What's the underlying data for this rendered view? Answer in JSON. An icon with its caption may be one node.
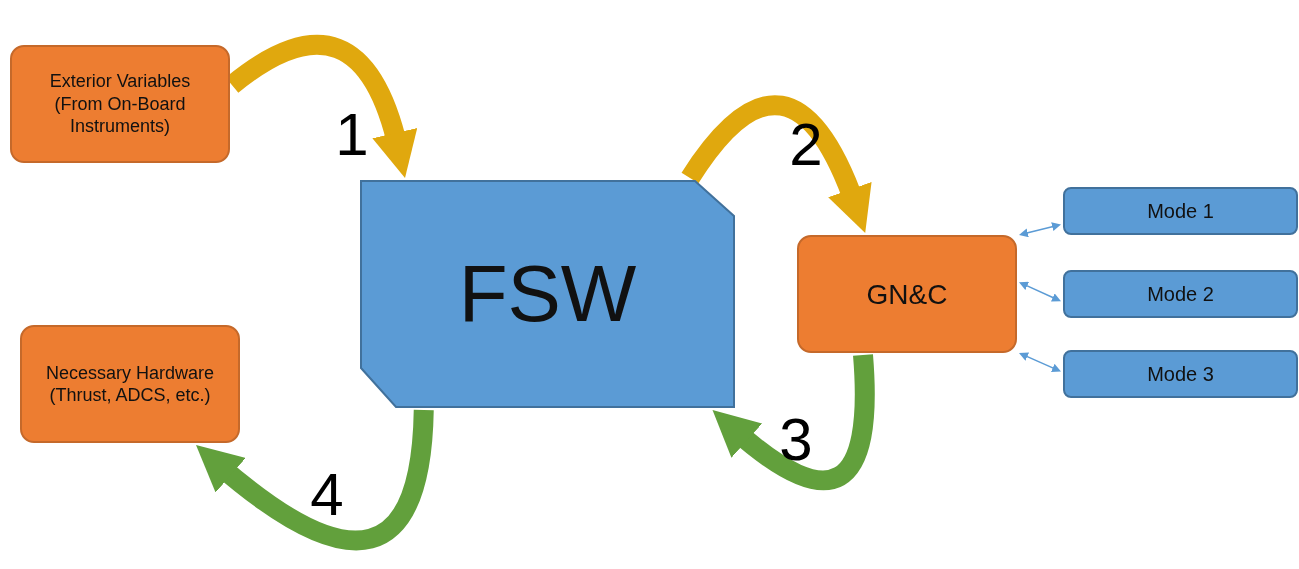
{
  "diagram": {
    "nodes": [
      {
        "text": [
          "Exterior Variables (From On-Board Instruments)"
        ]
      },
      {
        "text": [
          "FSW"
        ]
      },
      {
        "text": [
          "GN&C"
        ]
      },
      {
        "text": [
          "Necessary Hardware (Thrust, ADCS, etc.)"
        ]
      },
      {
        "text": [
          "Mode 1"
        ]
      },
      {
        "text": [
          "Mode 2"
        ]
      },
      {
        "text": [
          "Mode 3"
        ]
      }
    ],
    "edges": [
      {
        "from": 0,
        "to": 1,
        "arrow": "to",
        "label": "1",
        "color": "#e0a80e"
      },
      {
        "from": 1,
        "to": 2,
        "arrow": "to",
        "label": "2",
        "color": "#e0a80e"
      },
      {
        "from": 2,
        "to": 1,
        "arrow": "to",
        "label": "3",
        "color": "#62a03c"
      },
      {
        "from": 1,
        "to": 3,
        "arrow": "to",
        "label": "4",
        "color": "#62a03c"
      },
      {
        "from": 2,
        "to": 4,
        "arrow": "both",
        "color": "#5b9bd5"
      },
      {
        "from": 2,
        "to": 5,
        "arrow": "both",
        "color": "#5b9bd5"
      },
      {
        "from": 2,
        "to": 6,
        "arrow": "both",
        "color": "#5b9bd5"
      }
    ]
  }
}
